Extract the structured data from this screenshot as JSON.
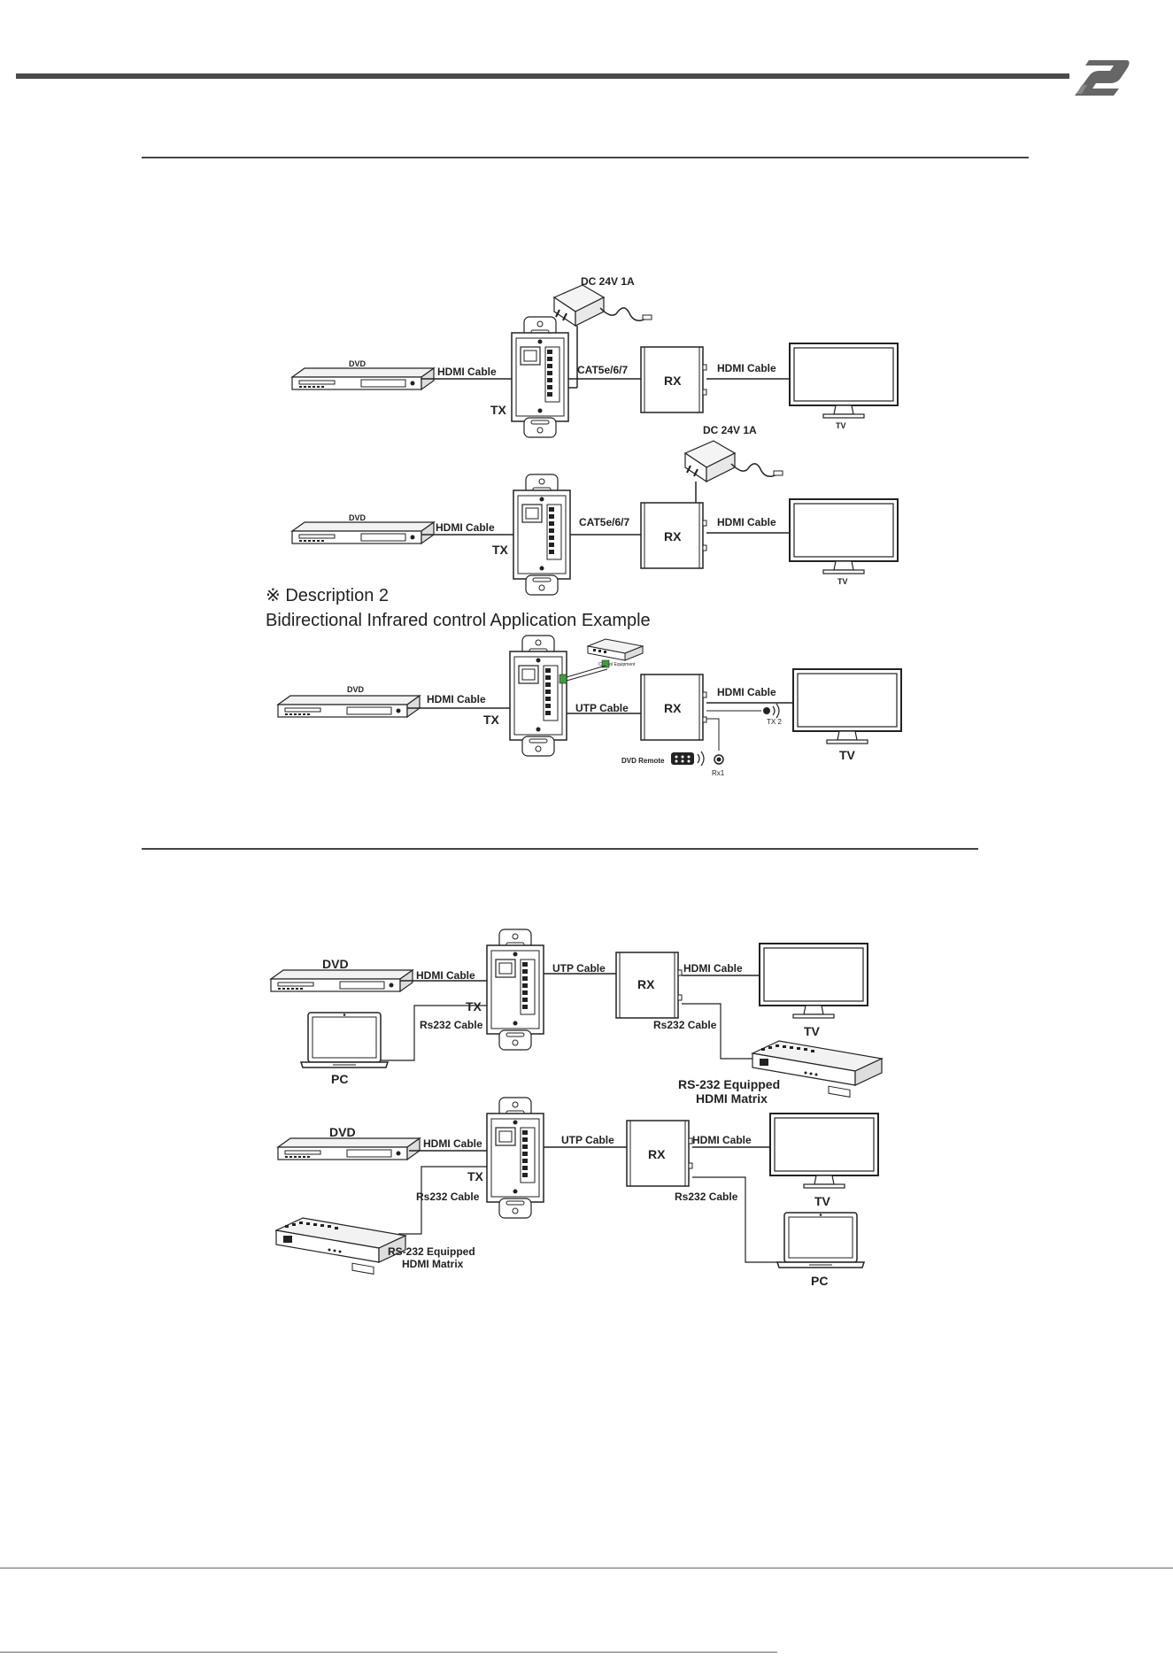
{
  "labels": {
    "dvd": "DVD",
    "hdmi_cable": "HDMI Cable",
    "cat5e": "CAT5e/6/7",
    "utp_cable": "UTP Cable",
    "rs232_cable": "Rs232 Cable",
    "tx": "TX",
    "rx": "RX",
    "tv": "TV",
    "pc": "PC",
    "power": "DC 24V 1A",
    "control_equipment": "Control Equipment",
    "dvd_remote": "DVD Remote",
    "tx2": "TX 2",
    "rx1": "Rx1",
    "matrix_line1": "RS-232 Equipped",
    "matrix_line2": "HDMI Matrix"
  },
  "description2": {
    "symbol": "※",
    "title": "Description 2",
    "subtitle": "Bidirectional Infrared control Application Example"
  },
  "colors": {
    "header_bar": "#4a4a4a",
    "logo": "#666666",
    "connector_green": "#3aa03a"
  }
}
